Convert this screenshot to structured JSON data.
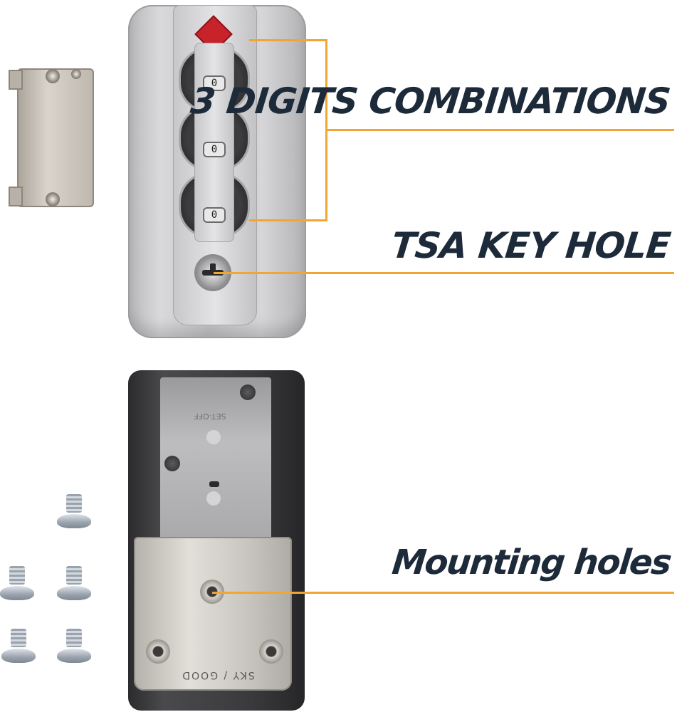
{
  "labels": {
    "digits": "3 DIGITS COMBINATIONS",
    "tsa": "TSA KEY HOLE",
    "mounting": "Mounting holes"
  },
  "lock": {
    "wheels": [
      "0",
      "0",
      "0"
    ],
    "plate_text": "SET-OFF",
    "bracket_text": "SKY / GOOD"
  },
  "colors": {
    "accent": "#f0a630",
    "label": "#1d2a3a",
    "tsa_mark": "#c8232b"
  }
}
